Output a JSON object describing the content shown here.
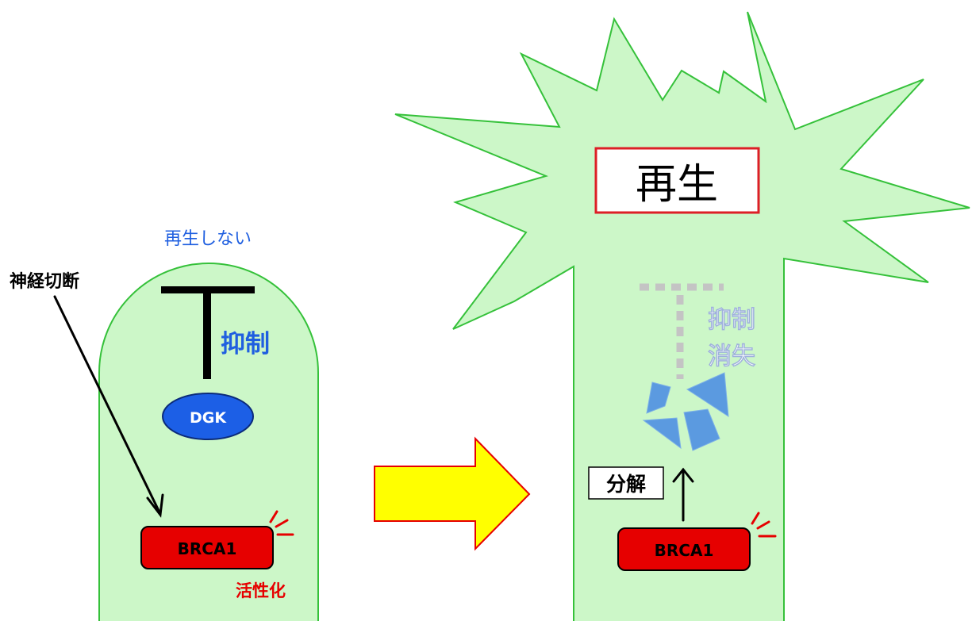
{
  "left_cell": {
    "status_label": "再生しない",
    "inhibition_label": "抑制",
    "dgk_label": "DGK",
    "brca1_label": "BRCA1",
    "activation_label": "活性化"
  },
  "nerve_cut_label": "神経切断",
  "right_cell": {
    "regeneration_label": "再生",
    "inhibition_lost_line1": "抑制",
    "inhibition_lost_line2": "消失",
    "degradation_label": "分解",
    "brca1_label": "BRCA1"
  },
  "colors": {
    "cell_fill": "#ccf7c8",
    "cell_border": "#35c13a",
    "blue_text": "#1f5fe0",
    "dgk_fill": "#1c5fe6",
    "brca1_fill": "#e60000",
    "activation_text": "#e60000",
    "arrow_fill": "#ffff00",
    "arrow_border": "#e60000",
    "faded_text": "#9fb2dc",
    "fragment_fill": "#5b9ae0",
    "regeneration_border": "#dd1f26"
  }
}
